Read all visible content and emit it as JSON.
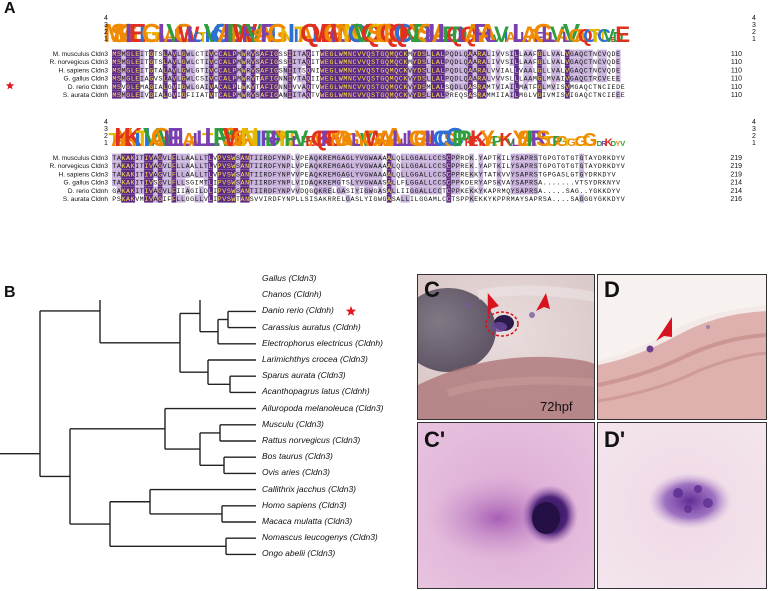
{
  "panels": {
    "a": "A",
    "b": "B",
    "c": "C",
    "d": "D",
    "c_prime": "C'",
    "d_prime": "D'"
  },
  "stage": "72hpf",
  "logo_scale": [
    "4",
    "3",
    "2",
    "1"
  ],
  "block1": {
    "rows": [
      {
        "name": "M. musculus Cldn3",
        "seq": "MSMGLEITGTSLAVLGWLCTIVCCALPMWRVSAFIGSSIITAQITWEGLWMNCVVQSTGQMQCKMYDSLLALPQDLQAARALIVVSILLAAFGLLVALVGAQCTNCVQDE",
        "num": "110",
        "star": false
      },
      {
        "name": "R. norvegicus Cldn3",
        "seq": "MSMGLEITGTSLAVLGWLCTIVCCALPMWRVSAFIGSSIITAQITWEGLWMNCVVQSTGQMQCKMYDSLLALPQDLQAARALIVVSILLAAFGLLVALVGAQCTNCVQDE",
        "num": "110",
        "star": false
      },
      {
        "name": "H. sapiens Cldn3",
        "seq": "MSMGLEITGTALAVLGWLGTIVCCALPMWRVSAFIGSNIITSQNIWEGLWMNCVVQSTGQMQCKVYDSLLALPQDLQAARALVVIALLVAALGLLVALVGAQCTNCVQDE",
        "num": "110",
        "star": false
      },
      {
        "name": "G. gallus Cldn3",
        "seq": "MSMGLEIAGVSLAVLGWLCSIVCCALPMWRVTAFIGNNIVTAQIIWEGLWMNCVVQSTGQMQCKVYDSLLALPQDLQAARALVVVSLLLAAMGLMVAIVGAQCTRCVEEE",
        "num": "110",
        "star": false
      },
      {
        "name": "D. rerio Cldnh",
        "seq": "MSVGLEMAGIALGVIGWLGAIVACALPLWKVTAFIGNNIVVAQTVWEGLWMNCVVQSTGQMQCKVYDSMLALSQDLQASRAMTVIAILMATFGLMVISVMGAQCTNCIEDE",
        "num": "110",
        "star": true
      },
      {
        "name": "S. aurata Cldnh",
        "seq": "MSMGLEIVGIALGVIGFIIATVTCALPMWRVSAFIGANIITAQTVWEGLWMNCVVQSTGQMQCKVYDSLLALPREQSASRAMMIIAILMGLVGIVMISVIGAQCTNCIEEE",
        "num": "110",
        "star": false
      }
    ],
    "logo": "MSMGLEIxGxALAVLGWLxTIVCCALPMWRVSAFIGxNIIxAQIxWEGLWMNCVVQSTGQMQCKVYDSLLALPQDLQAARALVVIAILxAAxGLxVAxVGAQCTNCVEDE"
  },
  "block2": {
    "rows": [
      {
        "name": "M. musculus Cldn3",
        "seq": "TAKAKITIVAGVLFLLAALLTLVPVSWSANTIIRDFYNPLVPEAQKREMGAGLYVGWAAAALQLLGGALLCCSCPPRDK.YAPTKILYSAPRSTGPGTGTGTGTAYDRKDYV",
        "num": "219"
      },
      {
        "name": "R. norvegicus Cldn3",
        "seq": "TAKAKITIVAGVLFLLAALLTLVPVSWSANTIIRDFYNPLVPEAQKREMGAGLYVGWAAAALQLLGGALLCCSCPPREK.YAPTKILYSAPRSTGPGTGTGTGTAYDRKDYV",
        "num": "219"
      },
      {
        "name": "H. sapiens Cldn3",
        "seq": "TAKAKITIVAGVLFLLAALLTLVPVSWSANTIIRDFYNPVVPEAQKREMGAGLYVGWAAAALQLLGGALLCCSCPPREKKYTATKVVYSAPRSTGPGASLGTGYDRKDYV",
        "num": "219"
      },
      {
        "name": "G. gallus Cldn3",
        "seq": "TAKAKITIVSGVLFLLSGIMTLIPVSWSANTIIRDFYNPLVIDAQKREMGTSLYVGWAASALLFLGGALLCCSCPPKDERYAPSKVAYSAPRSA.......VTSYDRKNYV",
        "num": "214"
      },
      {
        "name": "D. rerio Cldnh",
        "seq": "GAKAKITIVAGVLFIIAGILDLIPVSWSANTIIRDFYNPVVDQGQKRELGASIYIGWGASALLIIGGALLCCTCPPKEKKYKAPRMQYSAPRSA.....SAG..YGKKDYV",
        "num": "214"
      },
      {
        "name": "S. aurata Cldnh",
        "seq": "PSKAKVMIVAGIFFLLGGLLVLIPVSWTANSVVIRDFYNPLLSISAKRRELGASLYIGWGASALLILGGAMLCCTSPPKEKKYKPPRMAYSAPRSA....SAGGGYGKKDYV",
        "num": "216"
      }
    ],
    "logo": "TAKAKITIVAGVLFLLAALLTLIPVSWSANTIIRDFYNPLVPEAQKREMGAGLYVGWAAAALLLLGGALLCCSCPPKEKKYAPTKVxYSAPRSTGPGxxxGTGYDRKDYV"
  },
  "tree": {
    "taxa": [
      "Gallus (Cldn3)",
      "Chanos (Cldnh)",
      "Danio rerio (Cldnh)",
      "Carassius auratus (Cldnh)",
      "Electrophorus electricus (Cldnh)",
      "Larimichthys crocea (Cldn3)",
      "Sparus aurata (Cldn3)",
      "Acanthopagrus latus (Cldnh)",
      "Ailuropoda melanoleuca (Cldn3)",
      "Musculu (Cldn3)",
      "Rattus norvegicus (Cldn3)",
      "Bos taurus (Cldn3)",
      "Ovis aries (Cldn3)",
      "Callithrix jacchus (Cldn3)",
      "Homo sapiens (Cldn3)",
      "Macaca mulatta (Cldn3)",
      "Nomascus leucogenys (Cldn3)",
      "Ongo abelii (Cldn3)"
    ],
    "highlight_index": 2
  },
  "colors": {
    "identical": "#5b2a83",
    "identical_text": "#ffe24a",
    "similar": "#c9b3dc",
    "star": "#e0191f",
    "arrow": "#d8121e",
    "logo_palette": [
      "#e6b800",
      "#2d6fd6",
      "#2e9e3f",
      "#e03020",
      "#7a3fb0",
      "#f08a00"
    ]
  }
}
